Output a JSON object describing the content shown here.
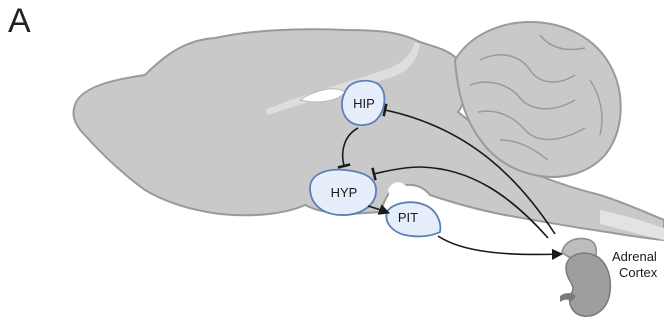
{
  "panel": {
    "label": "A"
  },
  "regions": {
    "hip": "HIP",
    "hyp": "HYP",
    "pit": "PIT"
  },
  "adrenal": {
    "line1": "Adrenal",
    "line2": "Cortex"
  },
  "colors": {
    "brain_fill": "#c9c9c9",
    "brain_stroke": "#9a9a9a",
    "brain_highlight": "#dedede",
    "region_fill": "#e6eefb",
    "region_stroke": "#5b7fb8",
    "arrow": "#1a1a1a",
    "kidney": "#8e8e8e"
  }
}
